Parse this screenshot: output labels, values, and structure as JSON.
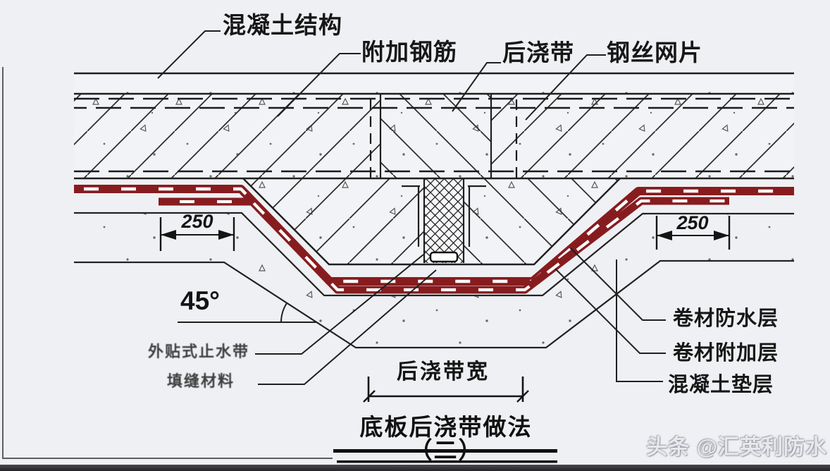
{
  "labels": {
    "concrete_structure": "混凝土结构",
    "additional_rebar": "附加钢筋",
    "post_cast_strip": "后浇带",
    "steel_wire_mesh": "钢丝网片",
    "angle_45": "45°",
    "external_waterstop": "外贴式止水带",
    "joint_filler": "填缝材料",
    "post_cast_strip_width": "后浇带宽",
    "membrane_waterproof_layer": "卷材防水层",
    "membrane_additional_layer": "卷材附加层",
    "concrete_cushion_layer": "混凝土垫层"
  },
  "dimensions": {
    "left_offset": "250",
    "right_offset": "250"
  },
  "title": "底板后浇带做法（二）",
  "watermark": "头条 @汇英利防水",
  "colors": {
    "membrane_red": "#871c1f",
    "line_black": "#1f1f1f",
    "background": "#eff0f3",
    "bottom_bar": "#2c2c31"
  }
}
